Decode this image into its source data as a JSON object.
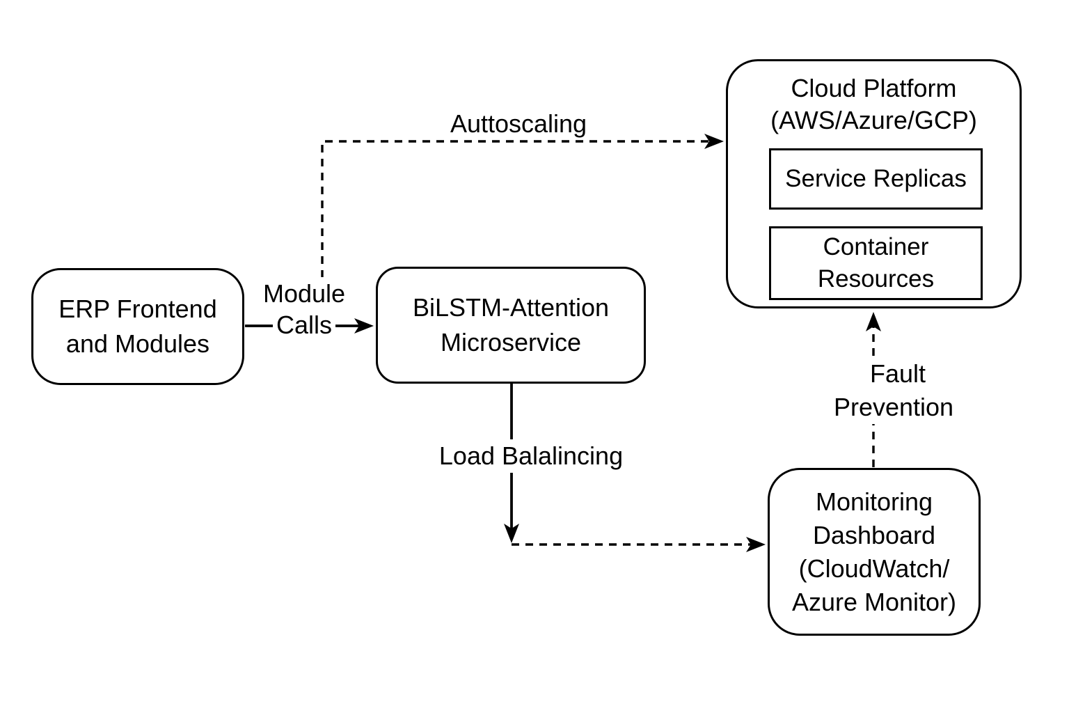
{
  "page": {
    "background": "#ffffff",
    "ink": "#000000",
    "type": "architecture-flow-diagram"
  },
  "nodes": {
    "erp": {
      "lines": [
        "ERP Frontend",
        "and Modules"
      ]
    },
    "bilstm": {
      "lines": [
        "BiLSTM-Attention",
        "Microservice"
      ]
    },
    "cloud": {
      "title_lines": [
        "Cloud Platform",
        "(AWS/Azure/GCP)"
      ],
      "service_replicas": {
        "lines": [
          "Service Replicas"
        ]
      },
      "container_resources": {
        "lines": [
          "Container",
          "Resources"
        ]
      }
    },
    "monitoring": {
      "lines": [
        "Monitoring",
        "Dashboard",
        "(CloudWatch/",
        "Azure Monitor)"
      ]
    }
  },
  "edges": {
    "module_calls": {
      "style": "solid-arrow",
      "label_lines": [
        "Module",
        "Calls"
      ],
      "from": "erp",
      "to": "bilstm"
    },
    "autoscaling": {
      "style": "dashed-arrow",
      "label": "Auttoscaling",
      "from": "module-calls-junction",
      "to": "cloud"
    },
    "load_balancing": {
      "style": "solid-then-dashed-arrow",
      "label": "Load Balalincing",
      "from": "bilstm",
      "to": "monitoring"
    },
    "fault_prevention": {
      "style": "dashed-arrow",
      "label_lines": [
        "Fault",
        "Prevention"
      ],
      "from": "monitoring",
      "to": "cloud"
    }
  }
}
